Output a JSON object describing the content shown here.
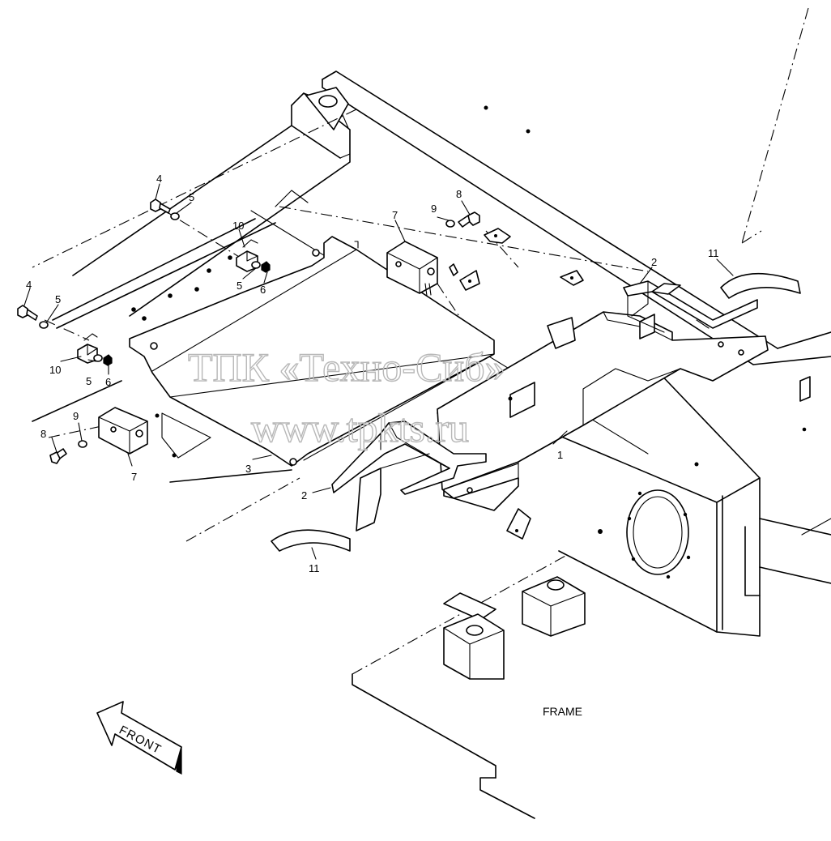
{
  "callouts": {
    "n1": "1",
    "n2a": "2",
    "n2b": "2",
    "n3": "3",
    "n4a": "4",
    "n4b": "4",
    "n5a": "5",
    "n5b": "5",
    "n5c": "5",
    "n5d": "5",
    "n6a": "6",
    "n6b": "6",
    "n7a": "7",
    "n7b": "7",
    "n8a": "8",
    "n8b": "8",
    "n9a": "9",
    "n9b": "9",
    "n10a": "10",
    "n10b": "10",
    "n11a": "11",
    "n11b": "11"
  },
  "labels": {
    "frame": "FRAME",
    "front": "FRONT"
  },
  "watermark": {
    "line1": "ТПК «Техно-Сиб»",
    "line2": "www.tpkts.ru"
  }
}
